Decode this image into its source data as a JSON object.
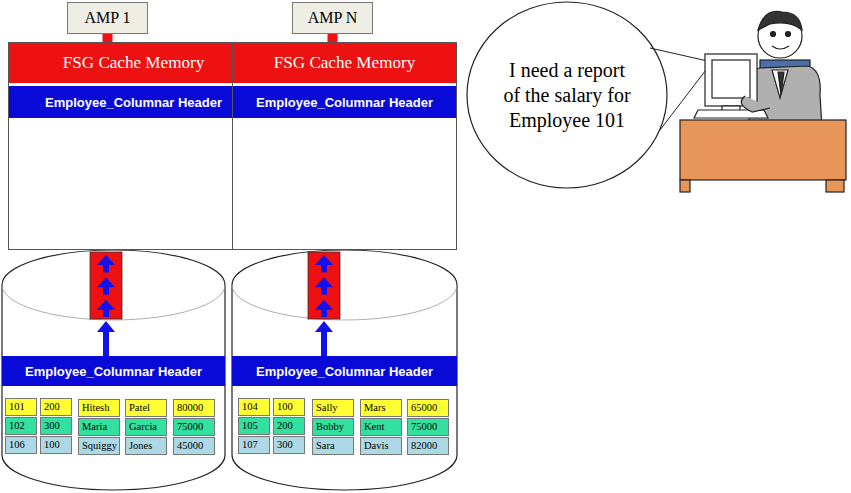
{
  "diagram": {
    "nodes": [
      {
        "text": [
          "AMP 1"
        ]
      },
      {
        "text": [
          "FSG Cache Memory"
        ]
      },
      {
        "text": [
          "Employee_Columnar Header"
        ],
        "in": 1
      },
      {
        "text": [
          "Employee_Columnar Header"
        ]
      },
      {
        "text": [
          "AMP N"
        ]
      },
      {
        "text": [
          "FSG Cache Memory"
        ]
      },
      {
        "text": [
          "Employee_Columnar Header"
        ],
        "in": 5
      },
      {
        "text": [
          "Employee_Columnar Header"
        ]
      },
      {
        "text": [
          "I need a report of the salary for Employee 101"
        ]
      }
    ],
    "edges": [
      {
        "from": 0,
        "to": 1,
        "arrow": "none"
      },
      {
        "from": 3,
        "to": 1,
        "arrow": "to"
      },
      {
        "from": 4,
        "to": 5,
        "arrow": "none"
      },
      {
        "from": 7,
        "to": 5,
        "arrow": "to"
      }
    ],
    "labels": [
      "101",
      "200",
      "Hitesh",
      "Patel",
      "80000",
      "102",
      "300",
      "Maria",
      "Garcia",
      "75000",
      "106",
      "100",
      "Squiggy",
      "Jones",
      "45000",
      "104",
      "100",
      "Sally",
      "Mars",
      "65000",
      "105",
      "200",
      "Bobby",
      "Kent",
      "75000",
      "107",
      "300",
      "Sara",
      "Davis",
      "82000"
    ]
  }
}
